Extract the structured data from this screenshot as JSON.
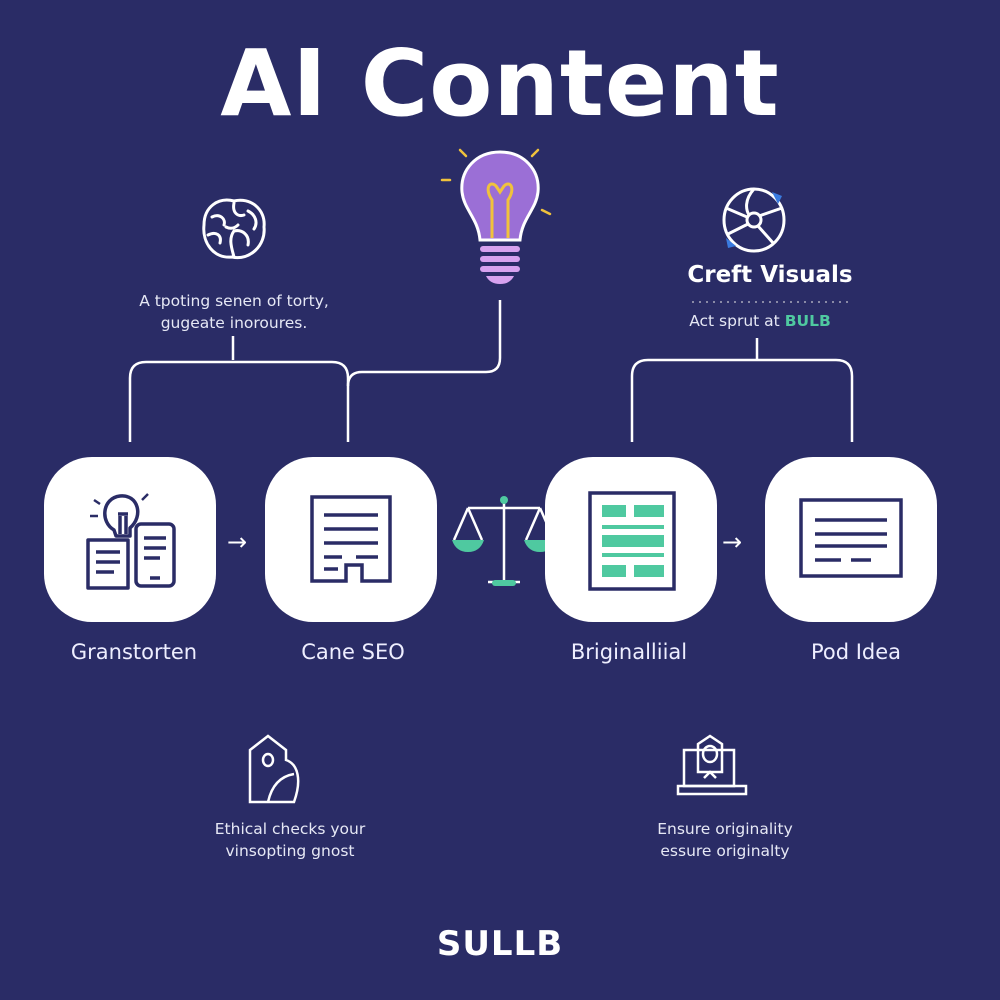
{
  "title": "AI Content",
  "top_left": {
    "icon": "brain-icon",
    "text_line1": "A tpoting senen of torty,",
    "text_line2": "gugeate inoroures."
  },
  "top_center": {
    "icon": "lightbulb-icon"
  },
  "top_right": {
    "icon": "globe-icon",
    "heading": "Creft Visuals",
    "text_prefix": "Act sprut at",
    "text_highlight": "BULB"
  },
  "steps": [
    {
      "label": "Granstorten",
      "icon": "idea-devices-icon"
    },
    {
      "label": "Cane SEO",
      "icon": "document-icon"
    },
    {
      "label": "Briginalliial",
      "icon": "layout-document-icon"
    },
    {
      "label": "Pod Idea",
      "icon": "text-window-icon"
    }
  ],
  "bottom_left": {
    "icon": "tag-icon",
    "text_line1": "Ethical checks your",
    "text_line2": "vinsopting gnost"
  },
  "bottom_right": {
    "icon": "laptop-eye-icon",
    "text_line1": "Ensure originality",
    "text_line2": "essure originalty"
  },
  "brand": "SULLB",
  "colors": {
    "background": "#2a2c66",
    "accent": "#4fc9a0",
    "bulb": "#9b6fd6",
    "filament": "#f0c23c",
    "navy": "#2a2c66"
  }
}
